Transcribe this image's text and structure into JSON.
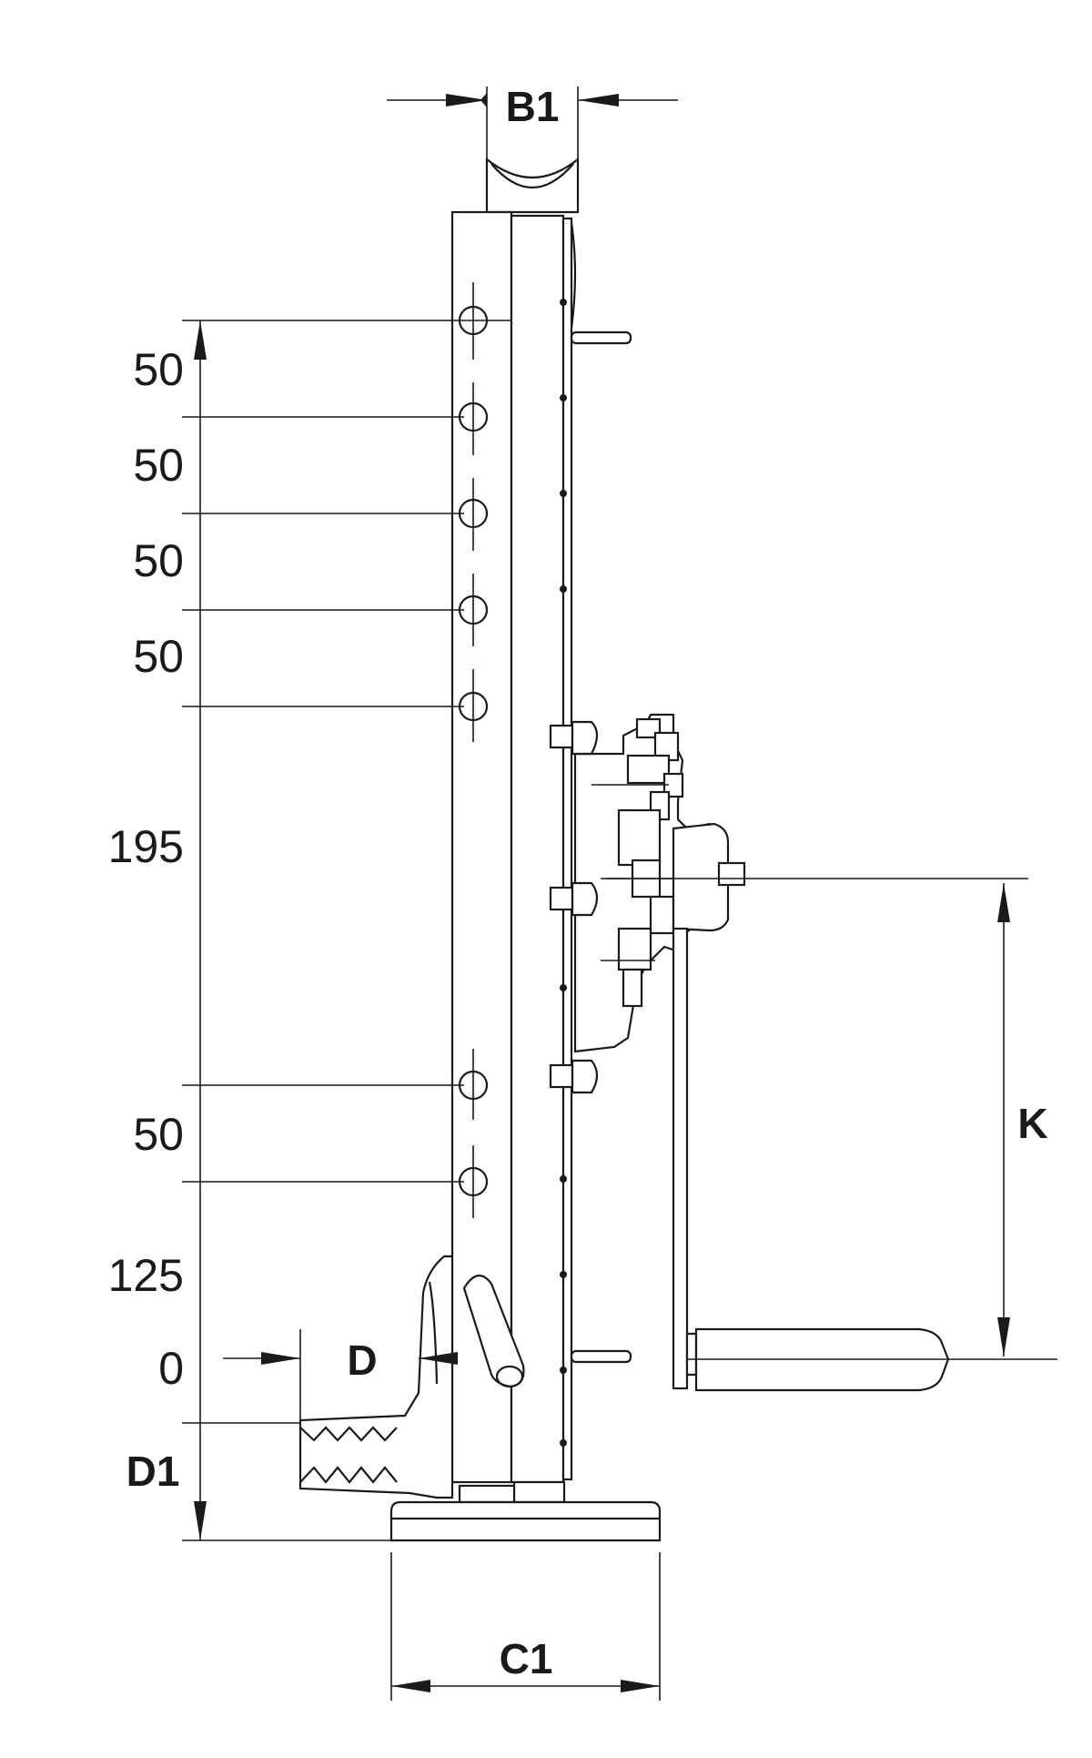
{
  "labels": {
    "b1": "B1",
    "c1": "C1",
    "d": "D",
    "d1": "D1",
    "k": "K"
  },
  "dimensions": [
    "50",
    "50",
    "50",
    "50",
    "195",
    "50",
    "125",
    "0"
  ],
  "colors": {
    "line": "#1a1a1a",
    "background": "#ffffff"
  }
}
